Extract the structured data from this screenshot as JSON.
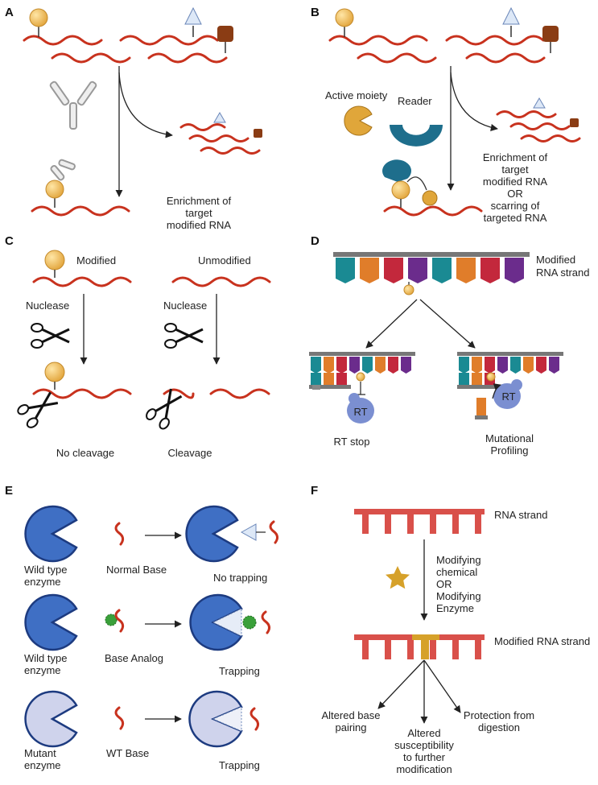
{
  "panels": {
    "A": {
      "letter": "A",
      "caption_lines": [
        "Enrichment of",
        "target",
        "modified RNA"
      ]
    },
    "B": {
      "letter": "B",
      "active_moiety": "Active moiety",
      "reader": "Reader",
      "caption_lines": [
        "Enrichment of",
        "target",
        "modified RNA",
        "OR",
        "scarring of",
        "targeted RNA"
      ]
    },
    "C": {
      "letter": "C",
      "modified": "Modified",
      "unmodified": "Unmodified",
      "nuclease_left": "Nuclease",
      "nuclease_right": "Nuclease",
      "no_cleavage": "No cleavage",
      "cleavage": "Cleavage"
    },
    "D": {
      "letter": "D",
      "strand_lines": [
        "Modified",
        "RNA strand"
      ],
      "rt_left": "RT",
      "rt_right": "RT",
      "rt_stop": "RT stop",
      "profiling_lines": [
        "Mutational",
        "Profiling"
      ]
    },
    "E": {
      "letter": "E",
      "row1_enzyme": [
        "Wild type",
        "enzyme"
      ],
      "row1_base": "Normal Base",
      "row1_result": "No trapping",
      "row2_enzyme": [
        "Wild type",
        "enzyme"
      ],
      "row2_base": "Base Analog",
      "row2_result": "Trapping",
      "row3_enzyme": [
        "Mutant",
        "enzyme"
      ],
      "row3_base": "WT Base",
      "row3_result": "Trapping"
    },
    "F": {
      "letter": "F",
      "rna_strand": "RNA strand",
      "modifier_lines": [
        "Modifying",
        "chemical",
        "OR",
        "Modifying",
        "Enzyme"
      ],
      "modified_strand": "Modified RNA strand",
      "outcome1": [
        "Altered base",
        "pairing"
      ],
      "outcome2": [
        "Altered",
        "susceptibility",
        "to further",
        "modification"
      ],
      "outcome3": [
        "Protection from",
        "digestion"
      ]
    }
  },
  "colors": {
    "rna": "#c8321e",
    "gold": "#e8b04a",
    "teal_reader": "#1e6e8c",
    "base_teal": "#1a8a93",
    "base_orange": "#e07d2a",
    "base_red": "#c3283c",
    "base_purple": "#6b2c8c",
    "rt_blue": "#7b8fd1",
    "enzyme_blue": "#3f6fc4",
    "enzyme_mutant": "#cfd3ec",
    "analog_green": "#3aa03a",
    "star_gold": "#d6a12a",
    "strand_red": "#d9504a"
  }
}
